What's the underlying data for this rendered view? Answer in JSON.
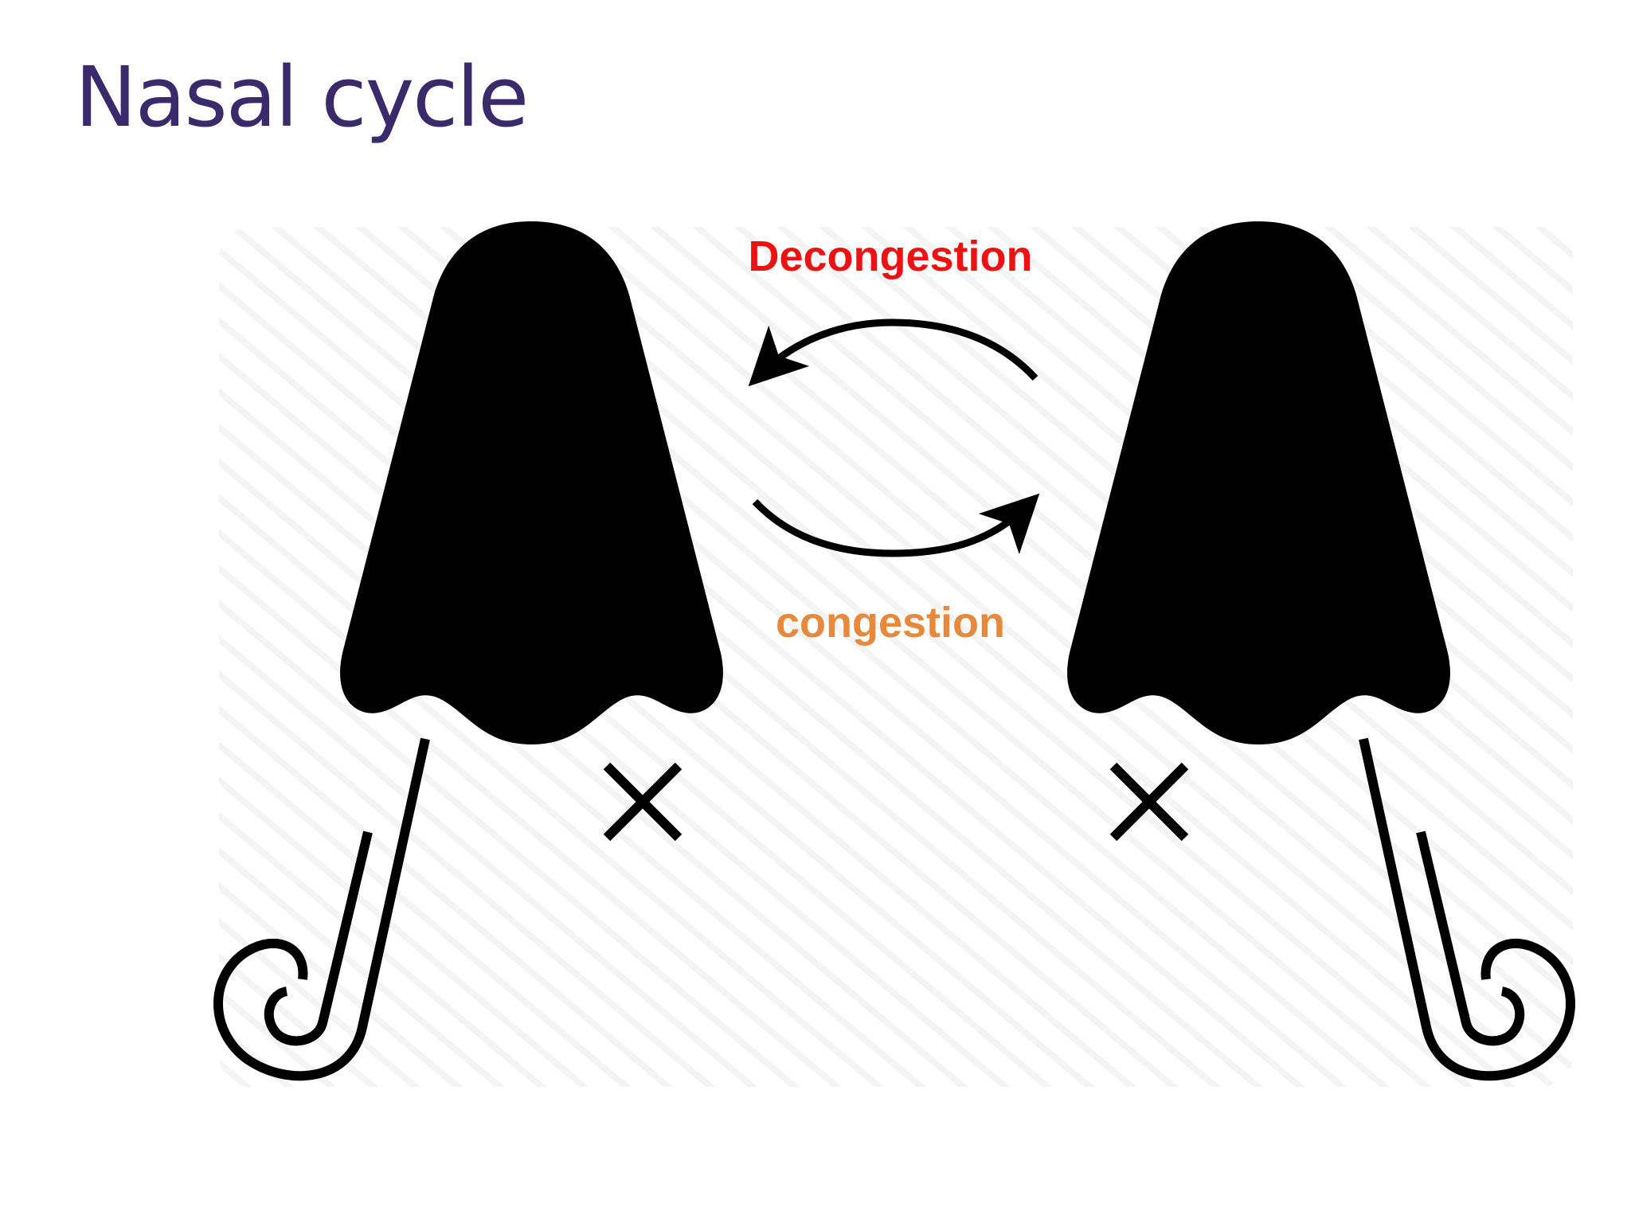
{
  "slide": {
    "title": "Nasal cycle"
  },
  "diagram": {
    "top_arrow_label": "Decongestion",
    "bottom_arrow_label": "congestion",
    "colors": {
      "title": "#3b2a6b",
      "decongestion": "#ee1111",
      "congestion": "#e8883a",
      "nose": "#000000",
      "stripes": "#f3f3f3"
    },
    "icons": [
      "nose-left-icon",
      "airflow-left-nostril-icon",
      "blocked-right-nostril-icon",
      "nose-right-icon",
      "blocked-left-nostril-icon",
      "airflow-right-nostril-icon",
      "decongestion-arrow-icon",
      "congestion-arrow-icon"
    ]
  }
}
